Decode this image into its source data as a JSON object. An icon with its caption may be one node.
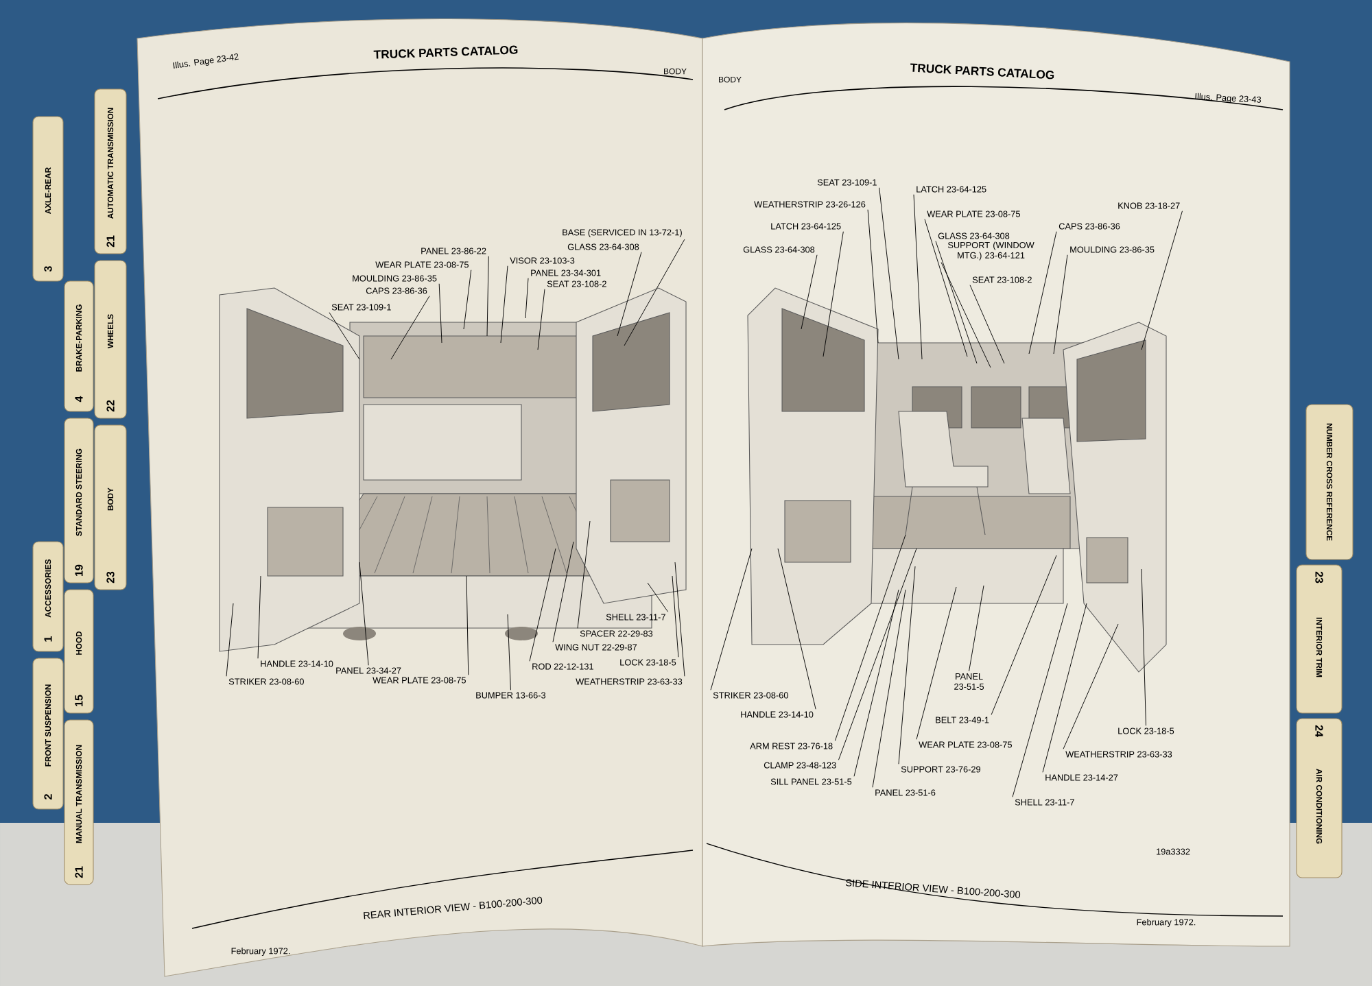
{
  "diagram": {
    "nodes": [
      {
        "text": [
          "BASE (SERVICED IN 13-72-1)"
        ]
      },
      {
        "text": [
          "GLASS 23-64-308"
        ]
      },
      {
        "text": [
          "PANEL 23-86-22"
        ]
      },
      {
        "text": [
          "WEAR PLATE 23-08-75"
        ]
      },
      {
        "text": [
          "VISOR 23-103-3"
        ]
      },
      {
        "text": [
          "PANEL 23-34-301"
        ]
      },
      {
        "text": [
          "MOULDING 23-86-35"
        ]
      },
      {
        "text": [
          "SEAT 23-108-2"
        ]
      },
      {
        "text": [
          "CAPS 23-86-36"
        ]
      },
      {
        "text": [
          "SEAT 23-109-1"
        ]
      },
      {
        "text": [
          "STRIKER 23-08-60"
        ]
      },
      {
        "text": [
          "HANDLE 23-14-10"
        ]
      },
      {
        "text": [
          "PANEL 23-34-27"
        ]
      },
      {
        "text": [
          "WEAR PLATE 23-08-75"
        ]
      },
      {
        "text": [
          "BUMPER 13-66-3"
        ]
      },
      {
        "text": [
          "ROD 22-12-131"
        ]
      },
      {
        "text": [
          "WING NUT 22-29-87"
        ]
      },
      {
        "text": [
          "SPACER 22-29-83"
        ]
      },
      {
        "text": [
          "SHELL 23-11-7"
        ]
      },
      {
        "text": [
          "LOCK 23-18-5"
        ]
      },
      {
        "text": [
          "WEATHERSTRIP 23-63-33"
        ]
      },
      {
        "text": [
          "SEAT 23-109-1"
        ]
      },
      {
        "text": [
          "LATCH 23-64-125"
        ]
      },
      {
        "text": [
          "WEATHERSTRIP 23-26-126"
        ]
      },
      {
        "text": [
          "WEAR PLATE 23-08-75"
        ]
      },
      {
        "text": [
          "LATCH 23-64-125"
        ]
      },
      {
        "text": [
          "GLASS 23-64-308"
        ]
      },
      {
        "text": [
          "SUPPORT (WINDOW MTG.) 23-64-121"
        ]
      },
      {
        "text": [
          "SEAT 23-108-2"
        ]
      },
      {
        "text": [
          "CAPS 23-86-36"
        ]
      },
      {
        "text": [
          "KNOB 23-18-27"
        ]
      },
      {
        "text": [
          "GLASS 23-64-308"
        ]
      },
      {
        "text": [
          "MOULDING 23-86-35"
        ]
      },
      {
        "text": [
          "STRIKER 23-08-60"
        ]
      },
      {
        "text": [
          "HANDLE 23-14-10"
        ]
      },
      {
        "text": [
          "ARM REST 23-76-18"
        ]
      },
      {
        "text": [
          "CLAMP 23-48-123"
        ]
      },
      {
        "text": [
          "SILL PANEL 23-51-5"
        ]
      },
      {
        "text": [
          "PANEL 23-51-6"
        ]
      },
      {
        "text": [
          "SUPPORT 23-76-29"
        ]
      },
      {
        "text": [
          "WEAR PLATE 23-08-75"
        ]
      },
      {
        "text": [
          "PANEL 23-51-5"
        ]
      },
      {
        "text": [
          "BELT 23-49-1"
        ]
      },
      {
        "text": [
          "SHELL 23-11-7"
        ]
      },
      {
        "text": [
          "HANDLE 23-14-27"
        ]
      },
      {
        "text": [
          "WEATHERSTRIP 23-63-33"
        ]
      },
      {
        "text": [
          "LOCK 23-18-5"
        ]
      }
    ],
    "edges": [
      {
        "from": 0,
        "to": null,
        "arrow": "none"
      },
      {
        "from": 1,
        "to": null,
        "arrow": "none"
      },
      {
        "from": 2,
        "to": null,
        "arrow": "none"
      },
      {
        "from": 3,
        "to": null,
        "arrow": "none"
      },
      {
        "from": 4,
        "to": null,
        "arrow": "none"
      },
      {
        "from": 5,
        "to": null,
        "arrow": "none"
      },
      {
        "from": 6,
        "to": null,
        "arrow": "none"
      },
      {
        "from": 7,
        "to": null,
        "arrow": "none"
      },
      {
        "from": 8,
        "to": null,
        "arrow": "none"
      },
      {
        "from": 9,
        "to": null,
        "arrow": "none"
      },
      {
        "from": 10,
        "to": null,
        "arrow": "none"
      },
      {
        "from": 11,
        "to": null,
        "arrow": "none"
      },
      {
        "from": 12,
        "to": null,
        "arrow": "none"
      },
      {
        "from": 13,
        "to": null,
        "arrow": "none"
      },
      {
        "from": 14,
        "to": null,
        "arrow": "none"
      },
      {
        "from": 15,
        "to": null,
        "arrow": "none"
      },
      {
        "from": 16,
        "to": null,
        "arrow": "none"
      },
      {
        "from": 17,
        "to": null,
        "arrow": "none"
      },
      {
        "from": 18,
        "to": null,
        "arrow": "none"
      },
      {
        "from": 19,
        "to": null,
        "arrow": "none"
      },
      {
        "from": 20,
        "to": null,
        "arrow": "none"
      },
      {
        "from": 21,
        "to": null,
        "arrow": "none"
      },
      {
        "from": 22,
        "to": null,
        "arrow": "none"
      },
      {
        "from": 23,
        "to": null,
        "arrow": "none"
      },
      {
        "from": 24,
        "to": null,
        "arrow": "none"
      },
      {
        "from": 25,
        "to": null,
        "arrow": "none"
      },
      {
        "from": 26,
        "to": null,
        "arrow": "none"
      },
      {
        "from": 27,
        "to": null,
        "arrow": "none"
      },
      {
        "from": 28,
        "to": null,
        "arrow": "none"
      },
      {
        "from": 29,
        "to": null,
        "arrow": "none"
      },
      {
        "from": 30,
        "to": null,
        "arrow": "none"
      },
      {
        "from": 31,
        "to": null,
        "arrow": "none"
      },
      {
        "from": 32,
        "to": null,
        "arrow": "none"
      },
      {
        "from": 33,
        "to": null,
        "arrow": "none"
      },
      {
        "from": 34,
        "to": null,
        "arrow": "none"
      },
      {
        "from": 35,
        "to": null,
        "arrow": "none"
      },
      {
        "from": 36,
        "to": null,
        "arrow": "none"
      },
      {
        "from": 37,
        "to": null,
        "arrow": "none"
      },
      {
        "from": 38,
        "to": null,
        "arrow": "none"
      },
      {
        "from": 39,
        "to": null,
        "arrow": "none"
      },
      {
        "from": 40,
        "to": null,
        "arrow": "none"
      },
      {
        "from": 41,
        "to": null,
        "arrow": "none"
      },
      {
        "from": 42,
        "to": null,
        "arrow": "none"
      },
      {
        "from": 43,
        "to": null,
        "arrow": "none"
      },
      {
        "from": 44,
        "to": null,
        "arrow": "none"
      },
      {
        "from": 45,
        "to": null,
        "arrow": "none"
      },
      {
        "from": 46,
        "to": null,
        "arrow": "none"
      }
    ],
    "labels": [
      "Illus. Page 23-42",
      "TRUCK PARTS CATALOG",
      "BODY",
      "BODY",
      "TRUCK PARTS CATALOG",
      "Illus. Page 23-43",
      "3",
      "AXLE-REAR",
      "21",
      "AUTOMATIC TRANSMISSION",
      "4",
      "BRAKE-PARKING",
      "22",
      "WHEELS",
      "19",
      "STANDARD STEERING",
      "23",
      "BODY",
      "1",
      "ACCESSORIES",
      "15",
      "HOOD",
      "2",
      "FRONT SUSPENSION",
      "21",
      "MANUAL TRANSMISSION",
      "NUMBER CROSS REFERENCE",
      "23",
      "INTERIOR TRIM",
      "24",
      "AIR CONDITIONING",
      "REAR INTERIOR VIEW - B100-200-300",
      "SIDE INTERIOR VIEW - B100-200-300",
      "19a3332",
      "February 1972.",
      "February 1972."
    ]
  }
}
